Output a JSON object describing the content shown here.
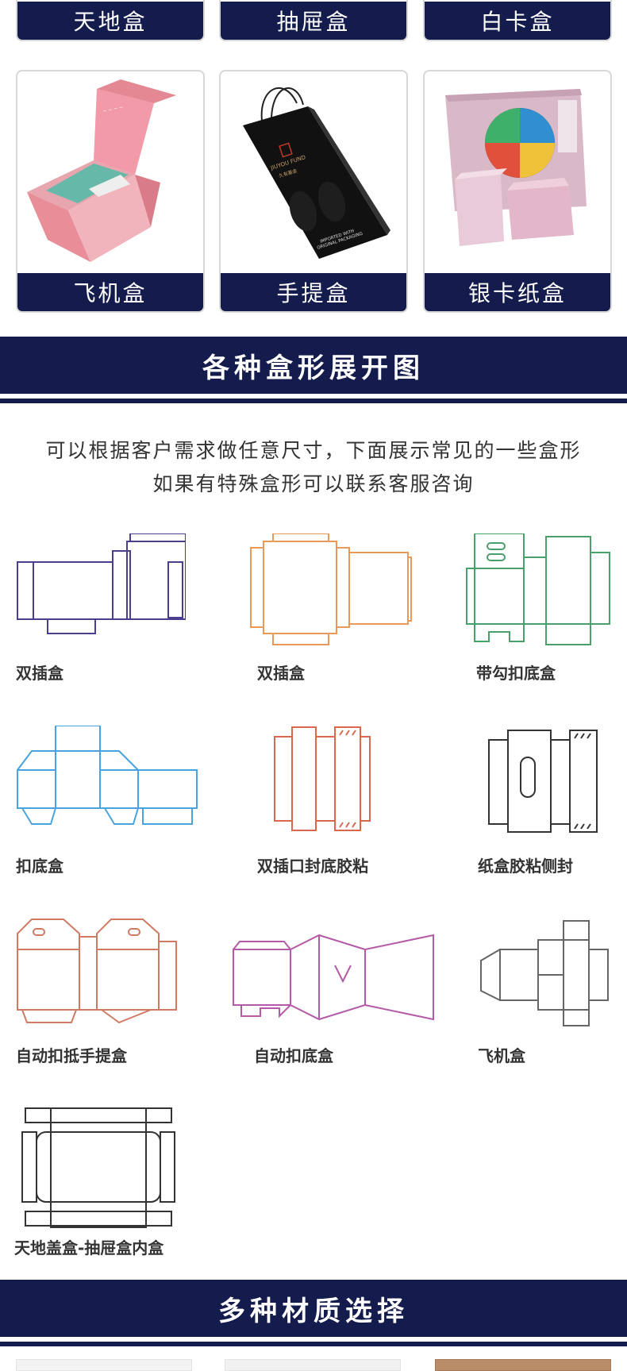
{
  "top_row": [
    "天地盒",
    "抽屉盒",
    "白卡盒"
  ],
  "product_cards": [
    {
      "label": "飞机盒"
    },
    {
      "label": "手提盒"
    },
    {
      "label": "银卡纸盒"
    }
  ],
  "section_unfold": {
    "title": "各种盒形展开图",
    "intro_line1": "可以根据客户需求做任意尺寸，下面展示常见的一些盒形",
    "intro_line2": "如果有特殊盒形可以联系客服咨询"
  },
  "box_shapes": [
    {
      "label": "双插盒",
      "color": "#4a3f8c"
    },
    {
      "label": "双插盒",
      "color": "#e89a5a"
    },
    {
      "label": "带勾扣底盒",
      "color": "#4aa06a"
    },
    {
      "label": "扣底盒",
      "color": "#4aa3df"
    },
    {
      "label": "双插口封底胶粘",
      "color": "#d9694e"
    },
    {
      "label": "纸盒胶粘侧封",
      "color": "#333333"
    },
    {
      "label": "自动扣抵手提盒",
      "color": "#cf7a62"
    },
    {
      "label": "自动扣底盒",
      "color": "#b55aa8"
    },
    {
      "label": "飞机盒",
      "color": "#666666"
    },
    {
      "label": "天地盖盒-抽屉盒内盒",
      "color": "#333333"
    }
  ],
  "section_material": {
    "title": "多种材质选择"
  },
  "product_text": {
    "bag_brand": "JIUYOU FUND",
    "bag_sub": "久有基金",
    "bag_bottom1": "IMPORTED WITH",
    "bag_bottom2": "ORIGINAL PACKAGING"
  }
}
